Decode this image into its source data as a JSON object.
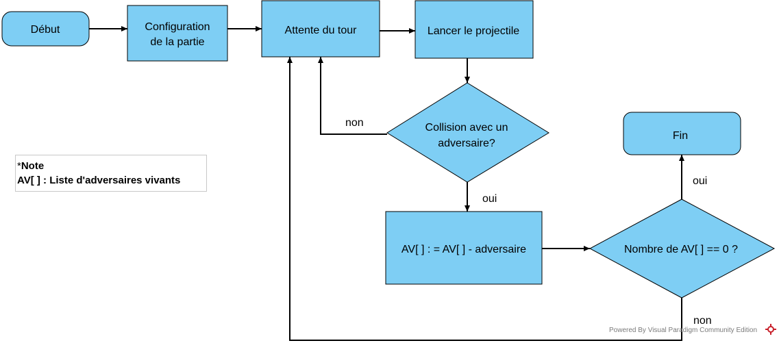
{
  "nodes": {
    "debut": "Début",
    "config_line1": "Configuration",
    "config_line2": "de la partie",
    "attente": "Attente du tour",
    "lancer": "Lancer le projectile",
    "collision_line1": "Collision avec un",
    "collision_line2": "adversaire?",
    "av_update": "AV[ ] : = AV[ ] - adversaire",
    "nombre": "Nombre de AV[ ] == 0 ?",
    "fin": "Fin"
  },
  "edge_labels": {
    "collision_non": "non",
    "collision_oui": "oui",
    "nombre_oui": "oui",
    "nombre_non": "non"
  },
  "note": {
    "star": "*",
    "title": "Note",
    "text": "AV[ ] : Liste d'adversaires vivants"
  },
  "footer": {
    "powered_by": "Powered By",
    "product": "Visual Paradigm Community Edition",
    "logo_icon": "visual-paradigm-logo"
  },
  "colors": {
    "node_fill": "#7ecef4",
    "node_stroke": "#000000",
    "edge": "#000000",
    "logo": "#c8202a"
  }
}
